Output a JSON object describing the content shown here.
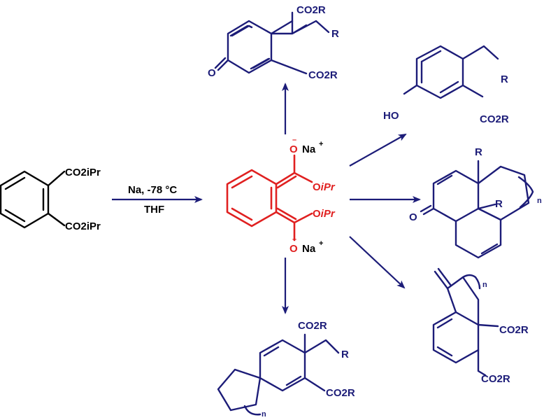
{
  "starting_material": {
    "sub1": "CO2iPr",
    "sub2": "CO2iPr"
  },
  "reagents": {
    "line1": "Na, -78 °C",
    "line2": "THF"
  },
  "intermediate": {
    "o_top": "O",
    "charge_top": "–",
    "na_top": "Na",
    "plus_top": "+",
    "o_mid1": "O",
    "ipr_mid1": "iPr",
    "o_mid2": "O",
    "ipr_mid2": "iPr",
    "o_bottom": "O",
    "charge_bottom": "–",
    "na_bottom": "Na",
    "plus_bottom": "+"
  },
  "product_top": {
    "co2r_1": "CO2R",
    "r": "R",
    "co2r_2": "CO2R",
    "oxo": "O"
  },
  "product_phenol": {
    "r": "R",
    "ho": "HO",
    "co2r": "CO2R"
  },
  "product_tricyclic": {
    "r1": "R",
    "r2": "R",
    "n": "n",
    "oxo": "O"
  },
  "product_indane": {
    "n": "n",
    "co2r_1": "CO2R",
    "co2r_2": "CO2R"
  },
  "product_spiro": {
    "co2r_1": "CO2R",
    "r": "R",
    "co2r_2": "CO2R",
    "n": "n"
  },
  "colors": {
    "starting_material": "#000000",
    "intermediate": "#e02020",
    "products_and_arrows": "#1c1c78"
  }
}
